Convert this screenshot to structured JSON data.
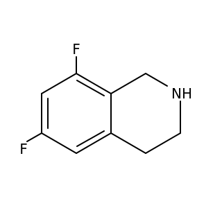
{
  "molecule": {
    "atoms": {
      "fluorine_top": "F",
      "fluorine_left": "F",
      "amine": "NH"
    },
    "colors": {
      "bond": "#000000",
      "label": "#000000",
      "background": "#ffffff"
    }
  }
}
